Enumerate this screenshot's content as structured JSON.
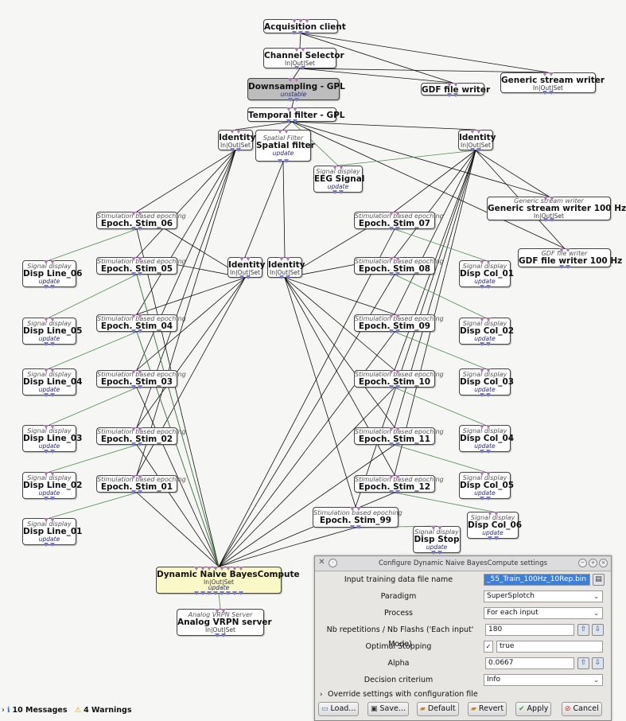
{
  "nodes": [
    {
      "id": "acq",
      "name": "Acquisition client",
      "sub": "",
      "caption": "",
      "update": ""
    },
    {
      "id": "chsel",
      "name": "Channel Selector",
      "sub": "In|Out|Set",
      "caption": "",
      "update": ""
    },
    {
      "id": "down",
      "name": "Downsampling - GPL",
      "sub": "",
      "caption": "",
      "update": "unstable"
    },
    {
      "id": "temp",
      "name": "Temporal filter - GPL",
      "sub": "",
      "caption": "",
      "update": ""
    },
    {
      "id": "gdfw",
      "name": "GDF file writer",
      "sub": "",
      "caption": "",
      "update": ""
    },
    {
      "id": "gsw",
      "name": "Generic stream writer",
      "sub": "In|Out|Set",
      "caption": "",
      "update": ""
    },
    {
      "id": "id1",
      "name": "Identity",
      "sub": "In|Out|Set",
      "caption": "",
      "update": ""
    },
    {
      "id": "spat",
      "name": "Spatial filter",
      "sub": "",
      "caption": "Spatial Filter",
      "update": "update"
    },
    {
      "id": "eeg",
      "name": "EEG Signal",
      "sub": "",
      "caption": "Signal display",
      "update": "update"
    },
    {
      "id": "id2",
      "name": "Identity",
      "sub": "In|Out|Set",
      "caption": "",
      "update": ""
    },
    {
      "id": "gsw100",
      "name": "Generic stream writer 100 Hz",
      "sub": "In|Out|Set",
      "caption": "Generic stream writer",
      "update": ""
    },
    {
      "id": "gdf100",
      "name": "GDF file writer 100 Hz",
      "sub": "",
      "caption": "GDF file writer",
      "update": ""
    },
    {
      "id": "s06",
      "name": "Epoch. Stim_06",
      "sub": "",
      "caption": "Stimulation based epoching",
      "update": ""
    },
    {
      "id": "s05",
      "name": "Epoch. Stim_05",
      "sub": "",
      "caption": "Stimulation based epoching",
      "update": ""
    },
    {
      "id": "s04",
      "name": "Epoch. Stim_04",
      "sub": "",
      "caption": "Stimulation based epoching",
      "update": ""
    },
    {
      "id": "s03",
      "name": "Epoch. Stim_03",
      "sub": "",
      "caption": "Stimulation based epoching",
      "update": ""
    },
    {
      "id": "s02",
      "name": "Epoch. Stim_02",
      "sub": "",
      "caption": "Stimulation based epoching",
      "update": ""
    },
    {
      "id": "s01",
      "name": "Epoch. Stim_01",
      "sub": "",
      "caption": "Stimulation based epoching",
      "update": ""
    },
    {
      "id": "s07",
      "name": "Epoch. Stim_07",
      "sub": "",
      "caption": "Stimulation based epoching",
      "update": ""
    },
    {
      "id": "s08",
      "name": "Epoch. Stim_08",
      "sub": "",
      "caption": "Stimulation based epoching",
      "update": ""
    },
    {
      "id": "s09",
      "name": "Epoch. Stim_09",
      "sub": "",
      "caption": "Stimulation based epoching",
      "update": ""
    },
    {
      "id": "s10",
      "name": "Epoch. Stim_10",
      "sub": "",
      "caption": "Stimulation based epoching",
      "update": ""
    },
    {
      "id": "s11",
      "name": "Epoch. Stim_11",
      "sub": "",
      "caption": "Stimulation based epoching",
      "update": ""
    },
    {
      "id": "s12",
      "name": "Epoch. Stim_12",
      "sub": "",
      "caption": "Stimulation based epoching",
      "update": ""
    },
    {
      "id": "s99",
      "name": "Epoch. Stim_99",
      "sub": "",
      "caption": "Stimulation based epoching",
      "update": ""
    },
    {
      "id": "id3",
      "name": "Identity",
      "sub": "In|Out|Set",
      "caption": "",
      "update": ""
    },
    {
      "id": "id4",
      "name": "Identity",
      "sub": "In|Out|Set",
      "caption": "",
      "update": ""
    },
    {
      "id": "dl06",
      "name": "Disp Line_06",
      "sub": "",
      "caption": "Signal display",
      "update": "update"
    },
    {
      "id": "dl05",
      "name": "Disp Line_05",
      "sub": "",
      "caption": "Signal display",
      "update": "update"
    },
    {
      "id": "dl04",
      "name": "Disp Line_04",
      "sub": "",
      "caption": "Signal display",
      "update": "update"
    },
    {
      "id": "dl03",
      "name": "Disp Line_03",
      "sub": "",
      "caption": "Signal display",
      "update": "update"
    },
    {
      "id": "dl02",
      "name": "Disp Line_02",
      "sub": "",
      "caption": "Signal display",
      "update": "update"
    },
    {
      "id": "dl01",
      "name": "Disp Line_01",
      "sub": "",
      "caption": "Signal display",
      "update": "update"
    },
    {
      "id": "dc01",
      "name": "Disp Col_01",
      "sub": "",
      "caption": "Signal display",
      "update": "update"
    },
    {
      "id": "dc02",
      "name": "Disp Col_02",
      "sub": "",
      "caption": "Signal display",
      "update": "update"
    },
    {
      "id": "dc03",
      "name": "Disp Col_03",
      "sub": "",
      "caption": "Signal display",
      "update": "update"
    },
    {
      "id": "dc04",
      "name": "Disp Col_04",
      "sub": "",
      "caption": "Signal display",
      "update": "update"
    },
    {
      "id": "dc05",
      "name": "Disp Col_05",
      "sub": "",
      "caption": "Signal display",
      "update": "update"
    },
    {
      "id": "dc06",
      "name": "Disp Col_06",
      "sub": "",
      "caption": "Signal display",
      "update": "update"
    },
    {
      "id": "dstop",
      "name": "Disp Stop",
      "sub": "",
      "caption": "Signal display",
      "update": "update"
    },
    {
      "id": "nb",
      "name": "Dynamic Naive BayesCompute",
      "sub": "In|Out|Set",
      "caption": "",
      "update": "update"
    },
    {
      "id": "vrpn",
      "name": "Analog VRPN server",
      "sub": "In|Out|Set",
      "caption": "Analog VRPN Server",
      "update": ""
    }
  ],
  "dialog": {
    "title": "Configure Dynamic Naive BayesCompute settings",
    "rows": [
      {
        "label": "Input training data file name",
        "value": "_55_Train_100Hz_10Rep.bin",
        "control": "file"
      },
      {
        "label": "Paradigm",
        "value": "SuperSplotch",
        "control": "combo"
      },
      {
        "label": "Process",
        "value": "For each input",
        "control": "combo"
      },
      {
        "label": "Nb repetitions / Nb Flashs ('Each input' Mode)",
        "value": "180",
        "control": "spin"
      },
      {
        "label": "Optimal Stopping",
        "value": "true",
        "control": "check"
      },
      {
        "label": "Alpha",
        "value": "0.0667",
        "control": "spin"
      },
      {
        "label": "Decision criterium",
        "value": "Info",
        "control": "combo"
      }
    ],
    "override_label": "Override settings with configuration file",
    "buttons": {
      "load": "Load...",
      "save": "Save...",
      "default": "Default",
      "revert": "Revert",
      "apply": "Apply",
      "cancel": "Cancel"
    }
  },
  "statusbar": {
    "messages": "10 Messages",
    "warnings": "4 Warnings"
  },
  "colors": {
    "accent_yellow": "#fbf8c8",
    "gray_box": "#bdbdbd",
    "wire_black": "#111111",
    "wire_green": "#4e8c4e",
    "selection": "#3d7fd6"
  }
}
